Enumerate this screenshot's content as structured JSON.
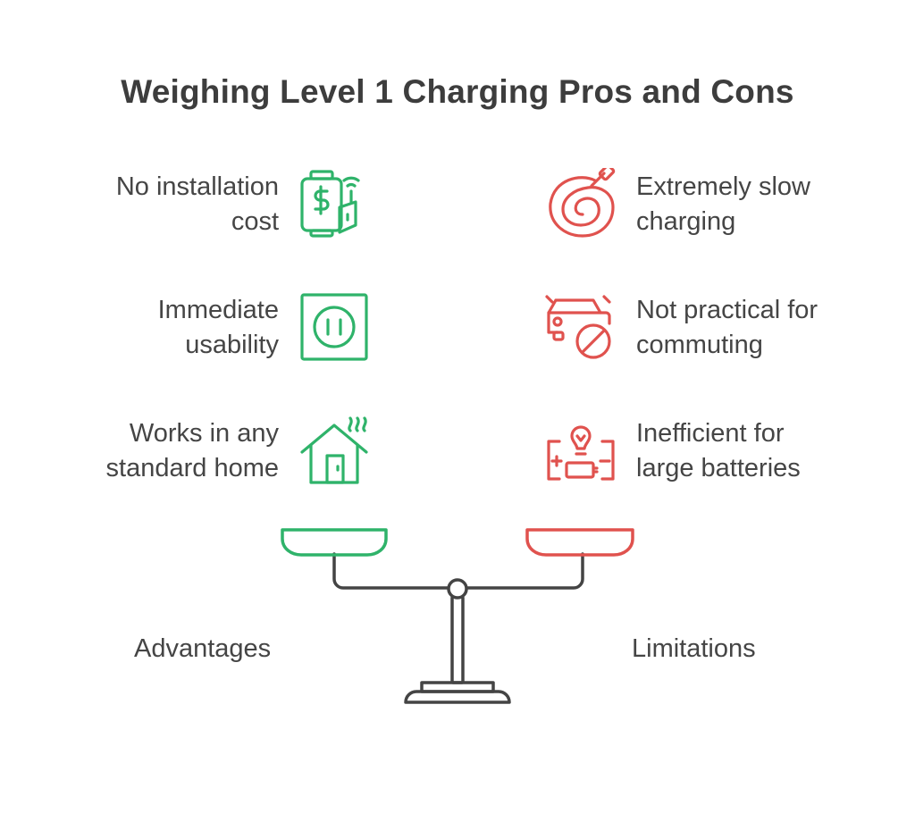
{
  "title": "Weighing Level 1 Charging Pros and Cons",
  "colors": {
    "advantage": "#2fb36a",
    "limitation": "#e0524e",
    "beam": "#444444",
    "text": "#454545"
  },
  "advantages": {
    "label": "Advantages",
    "items": [
      {
        "line1": "No installation",
        "line2": "cost",
        "icon": "money-plug-icon"
      },
      {
        "line1": "Immediate",
        "line2": "usability",
        "icon": "outlet-icon"
      },
      {
        "line1": "Works in any",
        "line2": "standard home",
        "icon": "house-icon"
      }
    ]
  },
  "limitations": {
    "label": "Limitations",
    "items": [
      {
        "line1": "Extremely slow",
        "line2": "charging",
        "icon": "coiled-cable-icon"
      },
      {
        "line1": "Not practical for",
        "line2": "commuting",
        "icon": "car-prohibited-icon"
      },
      {
        "line1": "Inefficient for",
        "line2": "large batteries",
        "icon": "bulb-battery-icon"
      }
    ]
  }
}
